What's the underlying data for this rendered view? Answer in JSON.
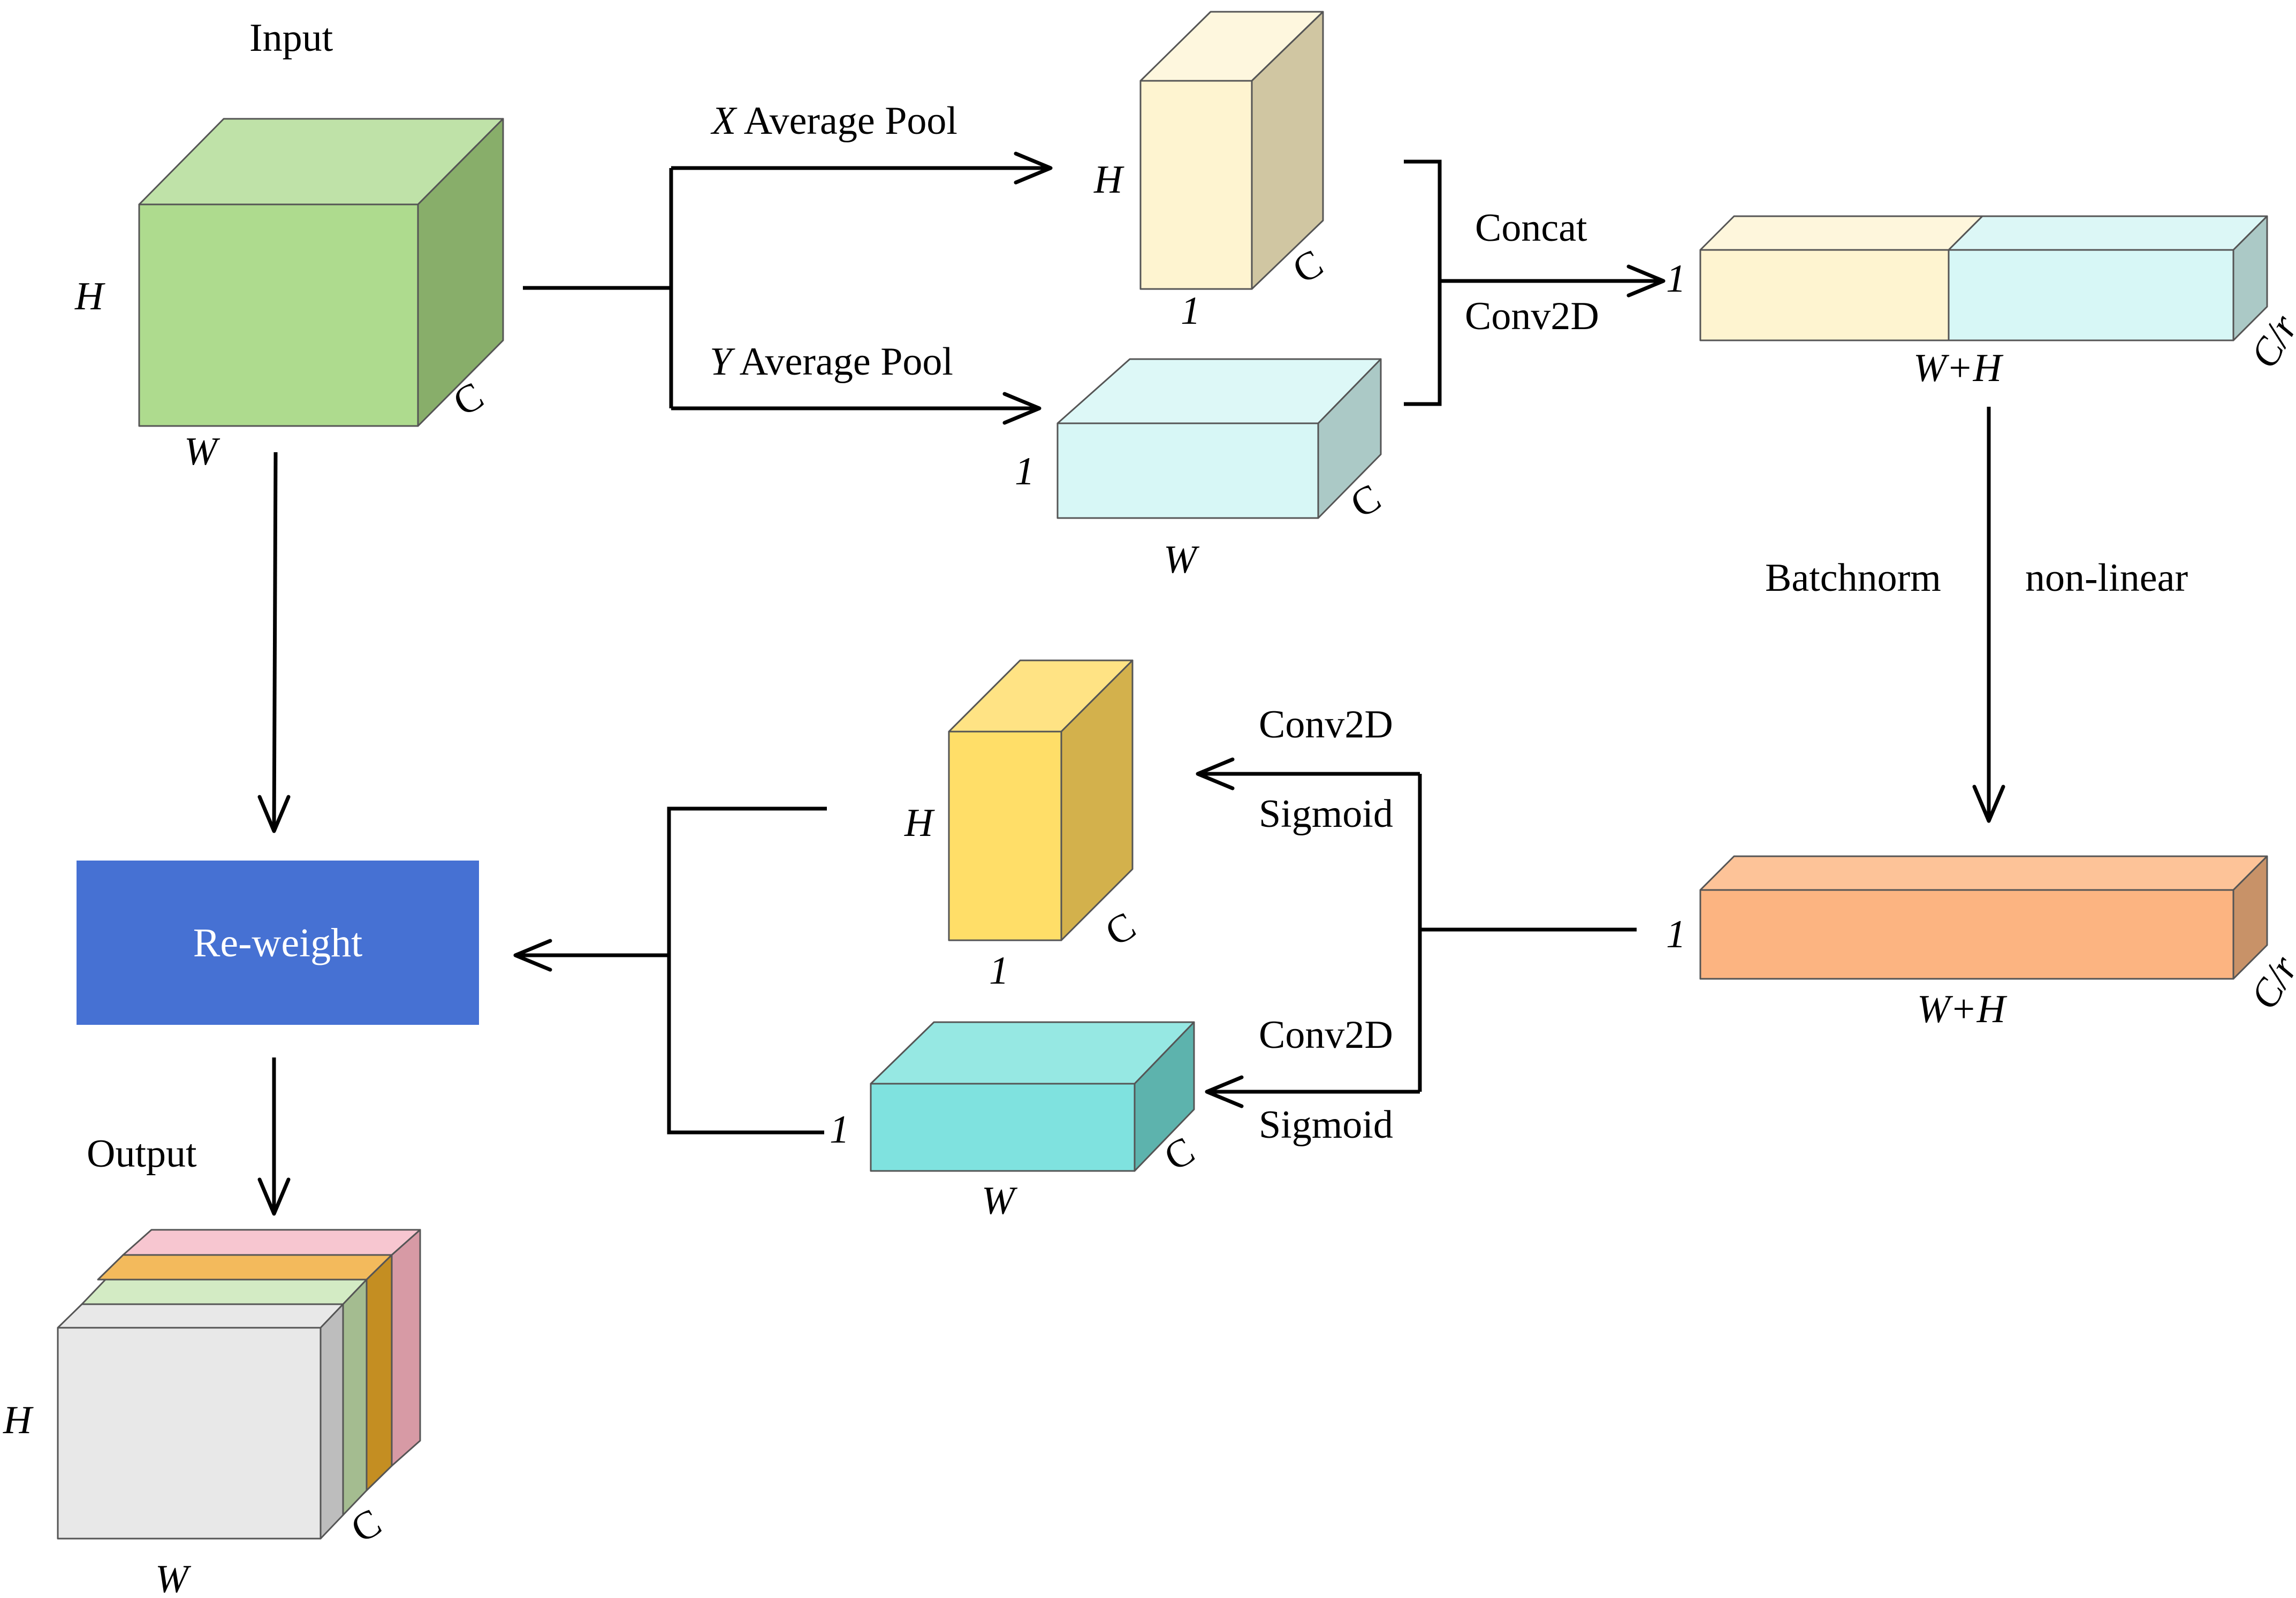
{
  "colors": {
    "input_cube": {
      "front": "#AEDB8E",
      "top": "#BFE2A8",
      "side": "#88AE6A"
    },
    "x_pool": {
      "front": "#FEF4D0",
      "top": "#FEF7DE",
      "side": "#D0C6A2"
    },
    "y_pool": {
      "front": "#D7F7F6",
      "top": "#DDF8F7",
      "side": "#ABC9C6"
    },
    "concat_left": {
      "front": "#FEF4D0",
      "top": "#FEF6DC"
    },
    "concat_right": {
      "front": "#D7F7F6",
      "top": "#DCF7F6",
      "side": "#ABC9C6"
    },
    "bn_bar": {
      "front": "#FCB481",
      "top": "#FDC398",
      "side": "#C89268"
    },
    "h_att": {
      "front": "#FFDE68",
      "top": "#FFE384",
      "side": "#D3B14C"
    },
    "w_att": {
      "front": "#7FE2DF",
      "top": "#96E8E3",
      "side": "#5DB3AD"
    },
    "reweight": "#4671D3",
    "output_layers": [
      "#F7C6D0",
      "#F3BA5C",
      "#D3EBC4",
      "#E8E8E8"
    ],
    "output_sides": [
      "#D79AA5",
      "#C48E22",
      "#A4BC90",
      "#BDBDBD"
    ]
  },
  "labels": {
    "input_title": "Input",
    "input_h": "H",
    "input_w": "W",
    "input_c": "C",
    "x_pool": "X Average Pool",
    "x_pool_var": "X",
    "x_pool_rest": " Average Pool",
    "y_pool_var": "Y",
    "y_pool_rest": " Average Pool",
    "xcube_h": "H",
    "xcube_one": "1",
    "xcube_c": "C",
    "ycube_one": "1",
    "ycube_w": "W",
    "ycube_c": "C",
    "concat": "Concat",
    "conv2d_top": "Conv2D",
    "bar1_one": "1",
    "bar1_wh": "W+H",
    "bar1_cr": "C/r",
    "batchnorm": "Batchnorm",
    "nonlinear": "non-linear",
    "bar2_one": "1",
    "bar2_wh": "W+H",
    "bar2_cr": "C/r",
    "conv2d_upper": "Conv2D",
    "sigmoid_upper": "Sigmoid",
    "conv2d_lower": "Conv2D",
    "sigmoid_lower": "Sigmoid",
    "hatt_h": "H",
    "hatt_one": "1",
    "hatt_c": "C",
    "watt_one": "1",
    "watt_w": "W",
    "watt_c": "C",
    "reweight": "Re-weight",
    "output_title": "Output",
    "output_h": "H",
    "output_w": "W",
    "output_c": "C"
  }
}
